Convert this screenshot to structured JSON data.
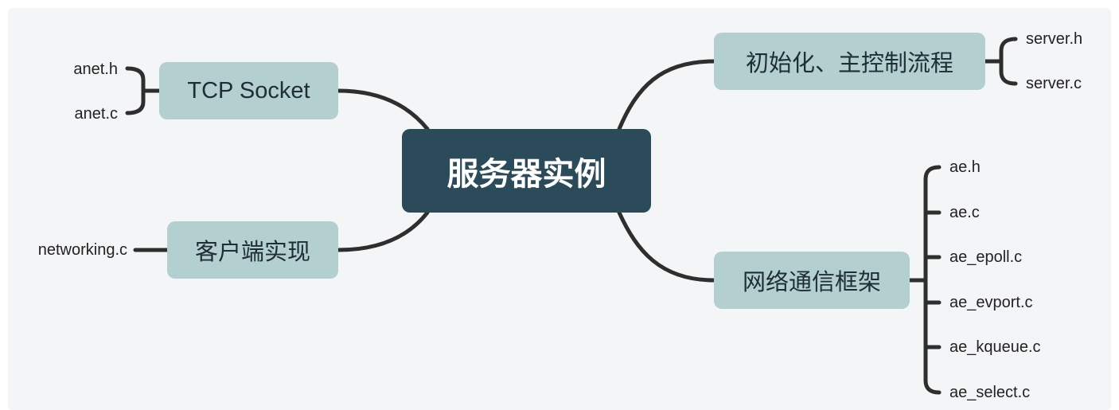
{
  "central": {
    "label": "服务器实例"
  },
  "branches": {
    "init": {
      "label": "初始化、主控制流程",
      "files": [
        "server.h",
        "server.c"
      ]
    },
    "tcp": {
      "label": "TCP Socket",
      "files": [
        "anet.h",
        "anet.c"
      ]
    },
    "client": {
      "label": "客户端实现",
      "files": [
        "networking.c"
      ]
    },
    "network": {
      "label": "网络通信框架",
      "files": [
        "ae.h",
        "ae.c",
        "ae_epoll.c",
        "ae_evport.c",
        "ae_kqueue.c",
        "ae_select.c"
      ]
    }
  },
  "colors": {
    "central_bg": "#2b4a5a",
    "topic_bg": "#b3cfcf",
    "line": "#2e2e2e",
    "canvas_bg": "#f4f5f7"
  }
}
